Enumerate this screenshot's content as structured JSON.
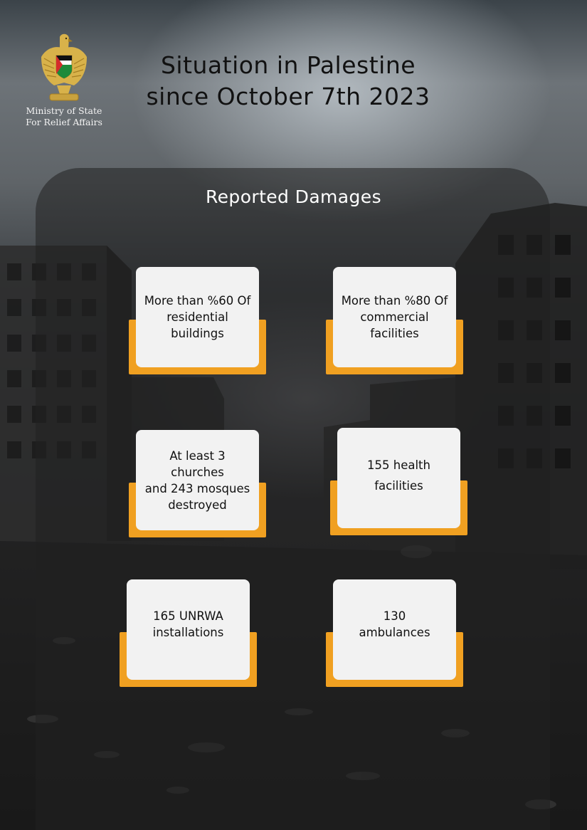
{
  "header": {
    "logo_caption_line1": "Ministry of State",
    "logo_caption_line2": "For Relief Affairs",
    "title_line1": "Situation in Palestine",
    "title_line2": "since October 7th 2023"
  },
  "panel": {
    "title": "Reported Damages"
  },
  "cards": [
    {
      "line1": "More than %60 Of",
      "line2": "residential",
      "line3": "buildings"
    },
    {
      "line1": "More than %80 Of",
      "line2": "commercial",
      "line3": "facilities"
    },
    {
      "line1": "At least 3 churches",
      "line2": "and 243 mosques",
      "line3": "destroyed"
    },
    {
      "line1": "155 health",
      "line2": "facilities"
    },
    {
      "line1": "165 UNRWA",
      "line2": "installations"
    },
    {
      "line1": "130",
      "line2": "ambulances"
    }
  ],
  "colors": {
    "accent": "#f0a021",
    "card": "#f2f2f2",
    "title_text": "#111111"
  },
  "icons": [
    "eagle-emblem-icon",
    "palestine-flag-shield-icon"
  ]
}
